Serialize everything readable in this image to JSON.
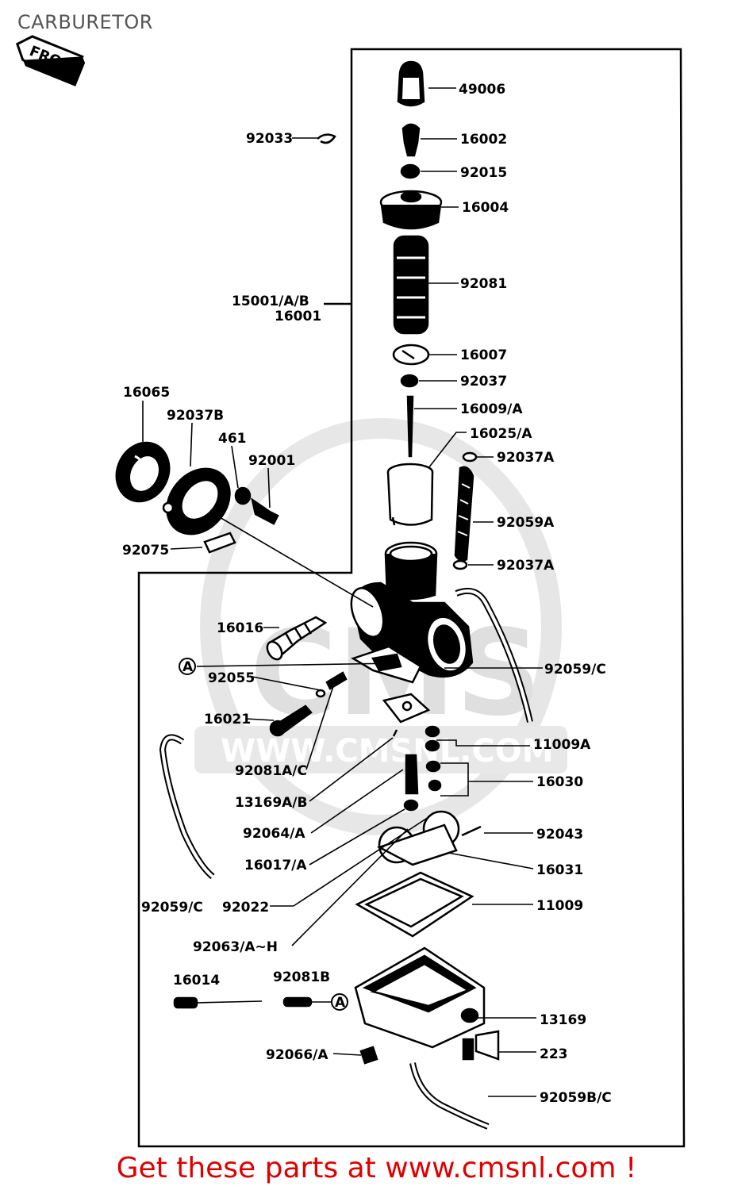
{
  "page": {
    "title": "CARBURETOR",
    "front_badge": "FRONT",
    "footer_text": "Get these parts at www.cmsnl.com !"
  },
  "watermark": {
    "brand": "CMS",
    "url": "WWW.CMSNL.COM"
  },
  "parts": {
    "p49006": "49006",
    "p16002": "16002",
    "p92033": "92033",
    "p92015": "92015",
    "p16004": "16004",
    "p92081": "92081",
    "p15001": "15001/A/B",
    "p16001": "16001",
    "p16007": "16007",
    "p92037": "92037",
    "p16009": "16009/A",
    "p16025": "16025/A",
    "p92037A_top": "92037A",
    "p92059A": "92059A",
    "p92037A_bot": "92037A",
    "p16065": "16065",
    "p92037B": "92037B",
    "p461": "461",
    "p92001": "92001",
    "p92075": "92075",
    "p16016": "16016",
    "pA_ref1": "A",
    "p92055": "92055",
    "p92059C_r": "92059/C",
    "p16021": "16021",
    "p11009A": "11009A",
    "p92081AC": "92081A/C",
    "p16030": "16030",
    "p13169AB": "13169A/B",
    "p92064A": "92064/A",
    "p92043": "92043",
    "p16017A": "16017/A",
    "p16031": "16031",
    "p92059C_l": "92059/C",
    "p92022": "92022",
    "p11009": "11009",
    "p92063": "92063/A~H",
    "p16014": "16014",
    "p92081B": "92081B",
    "pA_ref2": "A",
    "p13169": "13169",
    "p223": "223",
    "p92066A": "92066/A",
    "p92059BC": "92059B/C"
  }
}
